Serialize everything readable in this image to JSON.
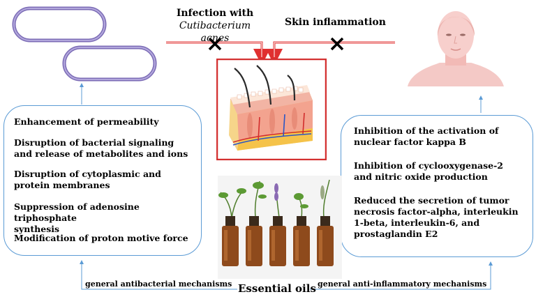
{
  "top": {
    "infection_line1": "Infection with",
    "infection_line2": "Cutibacterium acnes",
    "skin_inflammation": "Skin inflammation"
  },
  "left_box": {
    "items": [
      "Enhancement of permeability",
      "Disruption of bacterial signaling\nand release of metabolites and ions",
      "Disruption of cytoplasmic and\nprotein membranes",
      "Suppression of adenosine triphosphate\nsynthesis",
      "Modification of proton motive force"
    ]
  },
  "right_box": {
    "items": [
      "Inhibition of the activation of\nnuclear factor kappa B",
      "Inhibition of cyclooxygenase-2\nand nitric oxide production",
      "Reduced the secretion of tumor\nnecrosis factor-alpha, interleukin\n1-beta, interleukin-6, and\nprostaglandin E2"
    ]
  },
  "bottom": {
    "left_caption": "general antibacterial mechanisms",
    "center_label": "Essential oils",
    "right_caption": "general anti-inflammatory mechanisms"
  },
  "colors": {
    "bacteria_outline": "#7b6bb5",
    "red_arrow": "#e03030",
    "blue_line": "#5b9bd5",
    "skin_frame": "#d32f2f"
  },
  "icons": [
    "bacterium-icon",
    "cross-icon",
    "skin-cross-section-illustration",
    "face-illustration",
    "essential-oil-bottles-illustration"
  ]
}
